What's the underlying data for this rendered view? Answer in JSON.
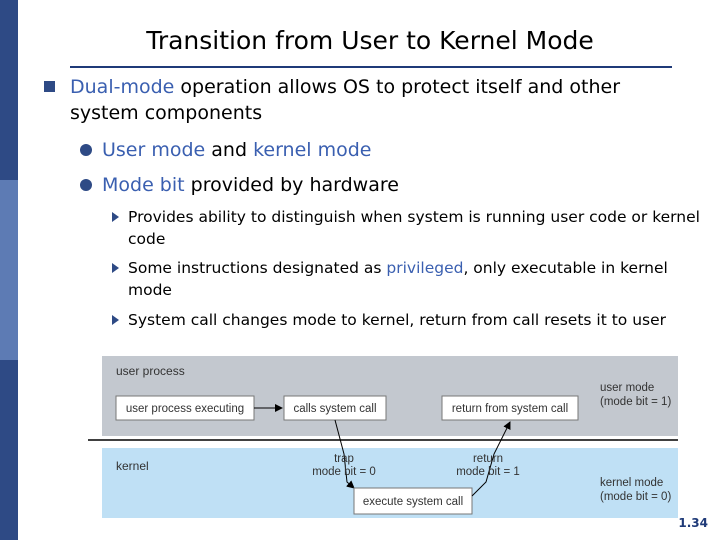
{
  "title": "Transition from User to Kernel Mode",
  "bullets": {
    "b1": {
      "hl": "Dual-mode",
      "rest": " operation allows OS to protect itself and other system components"
    },
    "b2": {
      "hl1": "User mode",
      "mid": " and ",
      "hl2": "kernel mode"
    },
    "b3": {
      "hl": "Mode bit",
      "rest": " provided by hardware"
    },
    "sub1": "Provides ability to distinguish when system is running user code or kernel code",
    "sub2": {
      "pre": "Some instructions designated as ",
      "hl": "privileged",
      "post": ", only executable in kernel mode"
    },
    "sub3": "System call changes mode to kernel, return from call resets it to user"
  },
  "diagram": {
    "user_process_label": "user process",
    "kernel_label": "kernel",
    "box_user_executing": "user process executing",
    "box_calls_system_call": "calls system call",
    "box_return_from_system_call": "return from system call",
    "box_execute_system_call": "execute system call",
    "trap_line1": "trap",
    "trap_line2": "mode bit = 0",
    "return_line1": "return",
    "return_line2": "mode bit = 1",
    "user_mode_line1": "user mode",
    "user_mode_line2": "(mode bit = 1)",
    "kernel_mode_line1": "kernel mode",
    "kernel_mode_line2": "(mode bit = 0)"
  },
  "footer": {
    "slide_number": "1.34"
  },
  "colors": {
    "accent": "#2e4a85",
    "highlight": "#3a5fb0",
    "user_band": "#c3c8cf",
    "kernel_band": "#bfe0f5"
  }
}
